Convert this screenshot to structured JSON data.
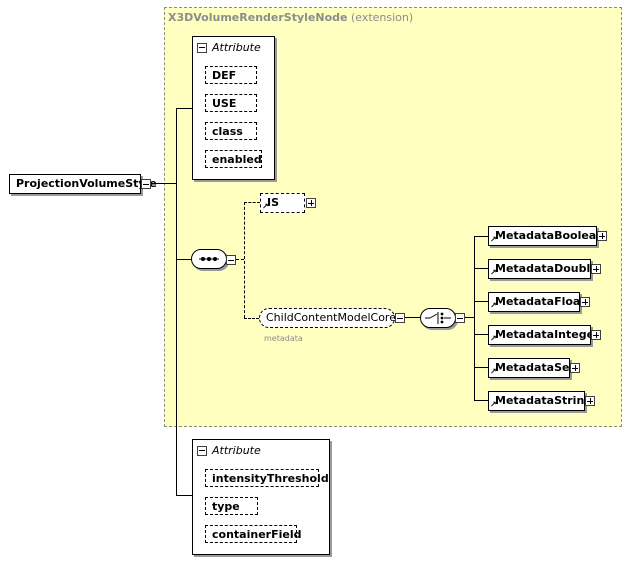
{
  "extension": {
    "name": "X3DVolumeRenderStyleNode",
    "suffix": "(extension)"
  },
  "root": {
    "label": "ProjectionVolumeStyle"
  },
  "attribute_groups": [
    {
      "heading": "Attribute",
      "items": [
        "DEF",
        "USE",
        "class",
        "enabled"
      ]
    },
    {
      "heading": "Attribute",
      "items": [
        "intensityThreshold",
        "type",
        "containerField"
      ]
    }
  ],
  "sequence_children": {
    "is": "IS",
    "group": "ChildContentModelCore",
    "group_caption": "metadata"
  },
  "choice_children": [
    "MetadataBoolean",
    "MetadataDouble",
    "MetadataFloat",
    "MetadataInteger",
    "MetadataSet",
    "MetadataString"
  ]
}
